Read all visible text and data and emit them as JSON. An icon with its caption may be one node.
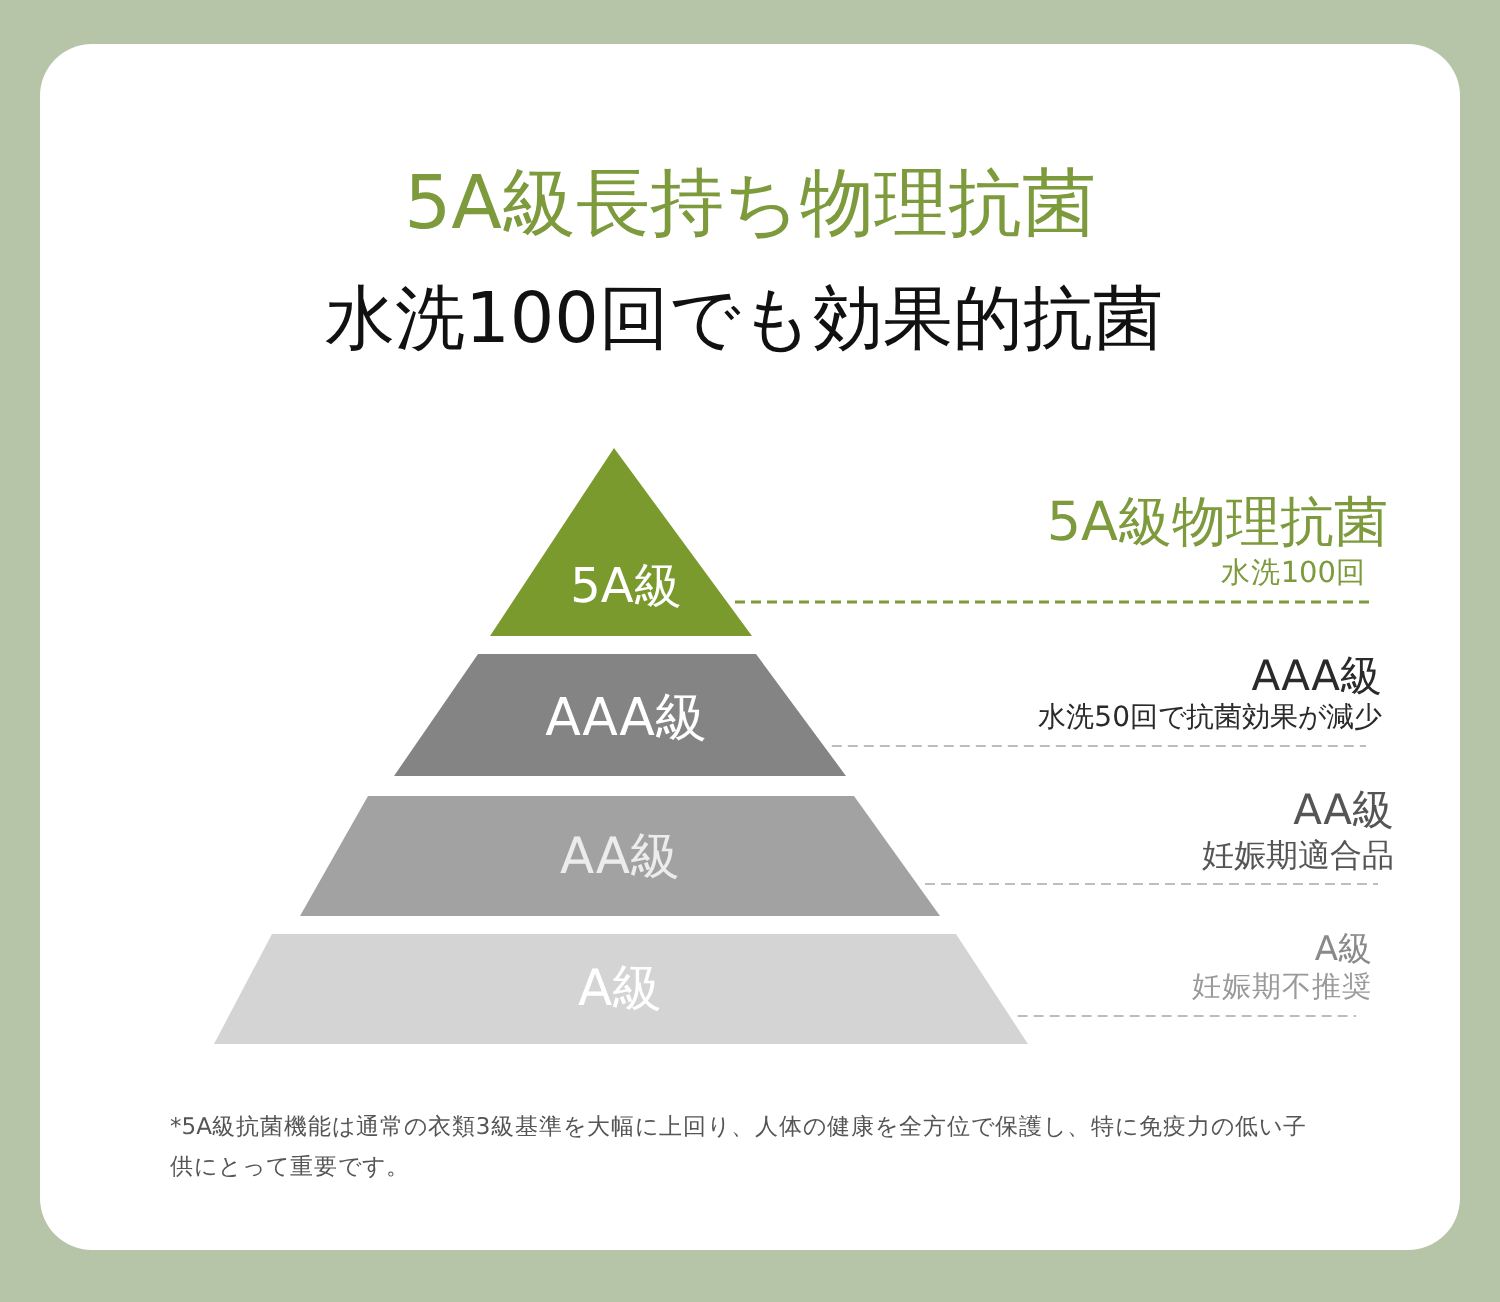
{
  "diagram": {
    "title": "5A級長持ち物理抗菌",
    "nodes": [
      {
        "text": [
          "5A級"
        ]
      },
      {
        "text": [
          "AAA級"
        ]
      },
      {
        "text": [
          "AA級"
        ]
      },
      {
        "text": [
          "A級"
        ]
      },
      {
        "text": [
          "5A級物理抗菌",
          "水洗100回"
        ]
      },
      {
        "text": [
          "AAA級",
          "水洗50回で抗菌効果が減少"
        ]
      },
      {
        "text": [
          "AA級",
          "妊娠期適合品"
        ]
      },
      {
        "text": [
          "A級",
          "妊娠期不推奨"
        ]
      }
    ],
    "edges": [
      {
        "from": 0,
        "to": 4,
        "arrow": "none",
        "style": "dashed",
        "color": "#7d9a3c"
      },
      {
        "from": 1,
        "to": 5,
        "arrow": "none",
        "style": "dashed"
      },
      {
        "from": 2,
        "to": 6,
        "arrow": "none",
        "style": "dashed"
      },
      {
        "from": 3,
        "to": 7,
        "arrow": "none",
        "style": "dashed"
      }
    ],
    "labels": [
      "水洗100回でも効果的抗菌",
      "*5A級抗菌機能は通常の衣類3級基準を大幅に上回り、人体の健康を全方位で保護し、特に免疫力の低い子供にとって重要です。"
    ]
  }
}
